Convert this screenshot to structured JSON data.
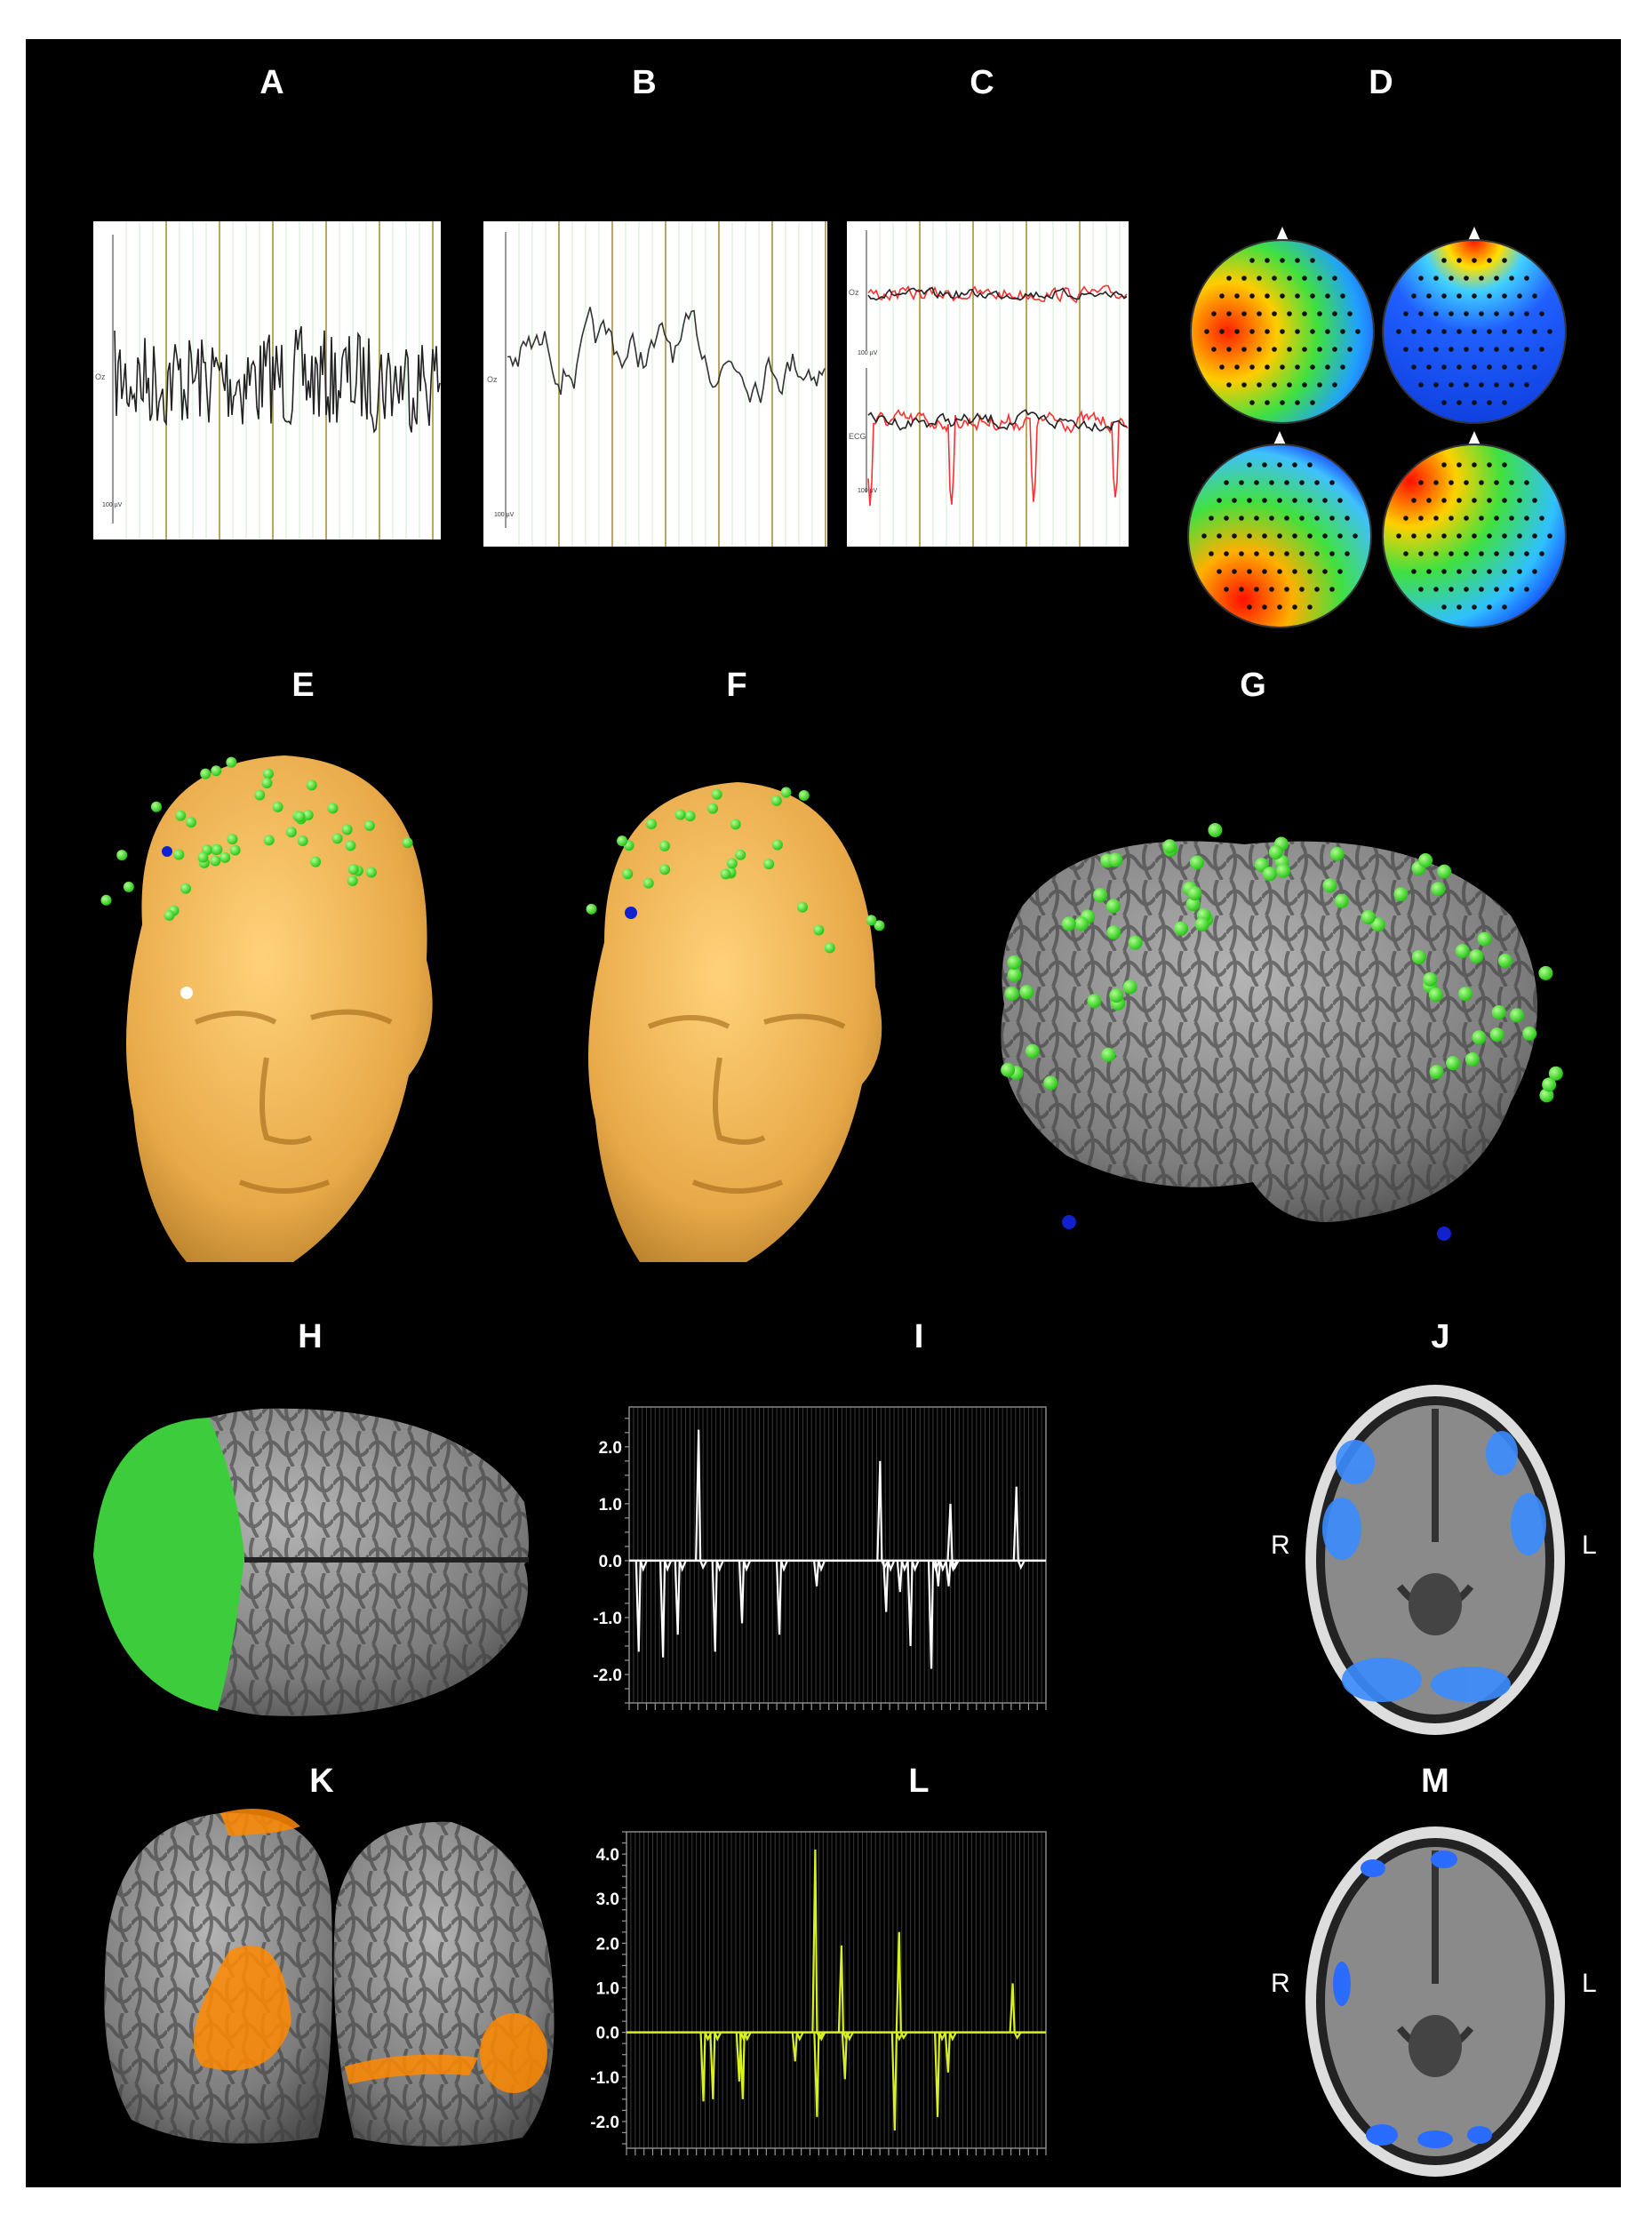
{
  "panels": {
    "A": "A",
    "B": "B",
    "C": "C",
    "D": "D",
    "E": "E",
    "F": "F",
    "G": "G",
    "H": "H",
    "I": "I",
    "J": "J",
    "K": "K",
    "L": "L",
    "M": "M"
  },
  "eeg": {
    "A": {
      "channels": [
        "Oz"
      ],
      "scale": "100 µV"
    },
    "B": {
      "channels": [
        "Oz"
      ],
      "scale": "100 µV"
    },
    "C": {
      "channels": [
        "Oz",
        "ECG"
      ],
      "scale": "100 µV",
      "trace_colors": [
        "#222222",
        "#ff3030"
      ]
    }
  },
  "mri_labels": {
    "J": {
      "right": "R",
      "left": "L"
    },
    "M": {
      "right": "R",
      "left": "L"
    }
  },
  "colors": {
    "background": "#000000",
    "head": "#f2b85a",
    "electrode": "#33dd22",
    "reference_electrode": "#1122cc",
    "cortex": "#8a8a8a",
    "frontal_highlight": "#33cc33",
    "activation_orange": "#ff8800",
    "mri_activation": "#2a6cff",
    "trace_I": "#ffffff",
    "trace_L": "#d8f020"
  },
  "chart_data": [
    {
      "panel": "I",
      "type": "line",
      "ylim": [
        -2.5,
        2.7
      ],
      "yticks": [
        "2.0",
        "1.0",
        "0.0",
        "-1.0",
        "-2.0"
      ],
      "ytick_values": [
        2,
        1,
        0,
        -1,
        -2
      ],
      "grid": "vertical",
      "xlim": [
        0,
        48
      ],
      "spikes": [
        {
          "x": 1.1,
          "y": -1.6
        },
        {
          "x": 3.9,
          "y": -1.7
        },
        {
          "x": 5.6,
          "y": -1.3
        },
        {
          "x": 8.0,
          "y": 2.3
        },
        {
          "x": 9.9,
          "y": -1.6
        },
        {
          "x": 13.0,
          "y": -1.1
        },
        {
          "x": 17.3,
          "y": -1.3
        },
        {
          "x": 21.6,
          "y": -0.45
        },
        {
          "x": 28.9,
          "y": 1.75
        },
        {
          "x": 29.6,
          "y": -0.9
        },
        {
          "x": 31.2,
          "y": -0.55
        },
        {
          "x": 32.4,
          "y": -1.5
        },
        {
          "x": 34.8,
          "y": -1.9
        },
        {
          "x": 35.6,
          "y": -0.45
        },
        {
          "x": 36.8,
          "y": -0.45
        },
        {
          "x": 37.0,
          "y": 1.0
        },
        {
          "x": 44.6,
          "y": 1.3
        }
      ]
    },
    {
      "panel": "L",
      "type": "line",
      "ylim": [
        -2.6,
        4.5
      ],
      "yticks": [
        "4.0",
        "3.0",
        "2.0",
        "1.0",
        "0.0",
        "-1.0",
        "-2.0"
      ],
      "ytick_values": [
        4,
        3,
        2,
        1,
        0,
        -1,
        -2
      ],
      "grid": "vertical",
      "xlim": [
        0,
        48
      ],
      "spikes": [
        {
          "x": 8.8,
          "y": -1.55
        },
        {
          "x": 9.9,
          "y": -1.5
        },
        {
          "x": 12.9,
          "y": -1.1
        },
        {
          "x": 13.3,
          "y": -1.5
        },
        {
          "x": 19.3,
          "y": -0.65
        },
        {
          "x": 21.6,
          "y": 4.1
        },
        {
          "x": 21.8,
          "y": -1.9
        },
        {
          "x": 24.6,
          "y": 1.95
        },
        {
          "x": 25.0,
          "y": -1.05
        },
        {
          "x": 30.7,
          "y": -2.2
        },
        {
          "x": 31.2,
          "y": 2.25
        },
        {
          "x": 35.6,
          "y": -1.9
        },
        {
          "x": 36.8,
          "y": -0.9
        },
        {
          "x": 44.2,
          "y": 1.1
        }
      ]
    }
  ]
}
